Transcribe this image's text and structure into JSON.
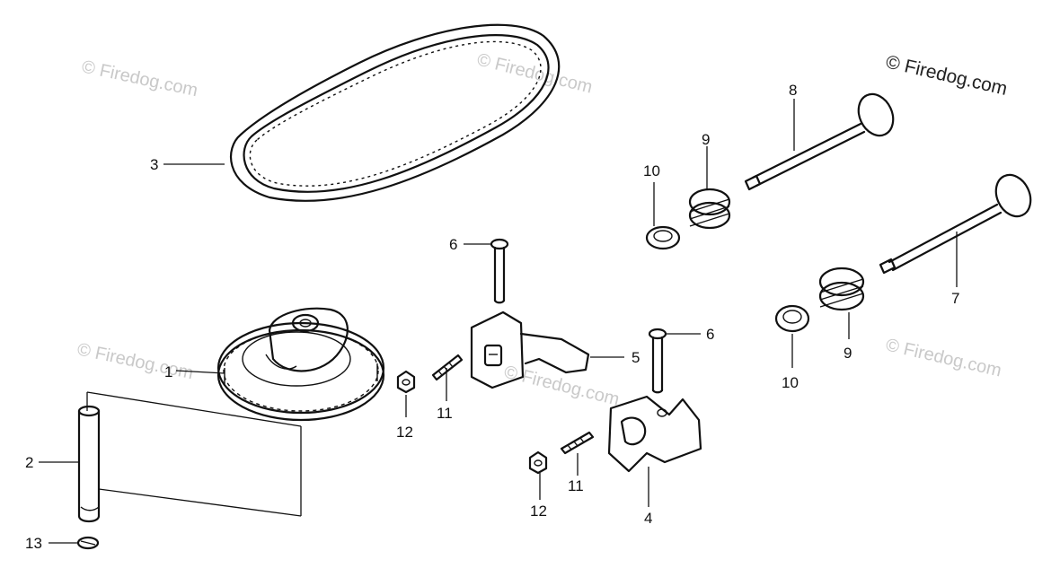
{
  "watermark": {
    "main": "© Firedog.com",
    "faint": "© Firedog.com"
  },
  "callouts": {
    "c1": "1",
    "c2": "2",
    "c3": "3",
    "c4": "4",
    "c5": "5",
    "c6a": "6",
    "c6b": "6",
    "c7": "7",
    "c8": "8",
    "c9a": "9",
    "c9b": "9",
    "c10a": "10",
    "c10b": "10",
    "c11a": "11",
    "c11b": "11",
    "c12a": "12",
    "c12b": "12",
    "c13": "13"
  }
}
